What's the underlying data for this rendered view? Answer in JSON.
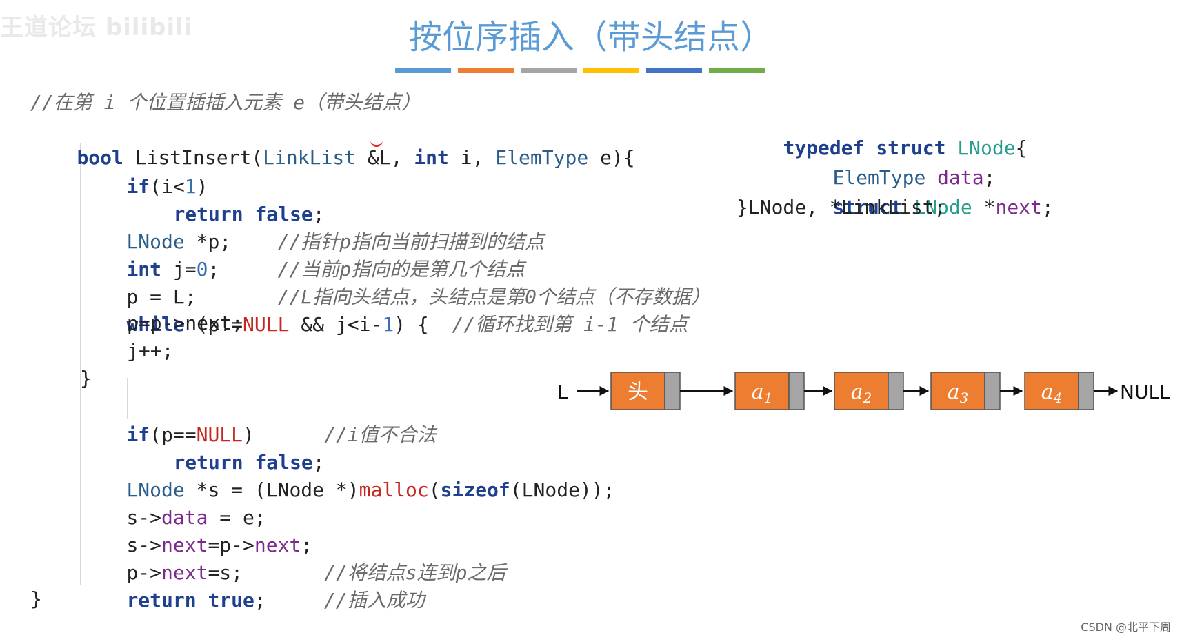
{
  "watermark": "王道论坛 bilibili",
  "title": "按位序插入（带头结点）",
  "bar_colors": [
    "#5b9bd5",
    "#ed7d31",
    "#a5a5a5",
    "#ffc000",
    "#4472c4",
    "#70ad47"
  ],
  "code": {
    "l1": "//在第 i 个位置插插入元素 e（带头结点）",
    "l2": [
      "bool",
      " ListInsert(",
      "LinkList",
      " &L, ",
      "int",
      " i, ",
      "ElemType",
      " e){"
    ],
    "l3": [
      "if",
      "(i<",
      "1",
      ")"
    ],
    "l4": [
      "return",
      " ",
      "false",
      ";"
    ],
    "l5": [
      "LNode",
      " *p;    ",
      "//指针p指向当前扫描到的结点"
    ],
    "l6": [
      "int",
      " j=",
      "0",
      ";     ",
      "//当前p指向的是第几个结点"
    ],
    "l7": [
      "p = L;       ",
      "//L指向头结点，头结点是第0个结点（不存数据）"
    ],
    "l8": [
      "while",
      " (p!=",
      "NULL",
      " && j<i-",
      "1",
      ") {  ",
      "//循环找到第 i-1 个结点"
    ],
    "l9": "p=p->next;",
    "l10": "j++;",
    "l11": "}",
    "l12": [
      "if",
      "(p==",
      "NULL",
      ")      ",
      "//i值不合法"
    ],
    "l13": [
      "return",
      " ",
      "false",
      ";"
    ],
    "l14": [
      "LNode",
      " *s = (LNode *)",
      "malloc",
      "(",
      "sizeof",
      "(LNode));"
    ],
    "l15": [
      "s->",
      "data",
      " = e;"
    ],
    "l16": [
      "s->",
      "next",
      "=p->",
      "next",
      ";"
    ],
    "l17": [
      "p->",
      "next",
      "=s;       ",
      "//将结点s连到p之后"
    ],
    "l18": [
      "return",
      " ",
      "true",
      ";     ",
      "//插入成功"
    ],
    "l19": "}"
  },
  "struct_def": {
    "s1": [
      "typedef",
      " ",
      "struct",
      " ",
      "LNode",
      "{"
    ],
    "s2": [
      "ElemType",
      " ",
      "data",
      ";"
    ],
    "s3": [
      "struct",
      " ",
      "LNode",
      " *",
      "next",
      ";"
    ],
    "s4": "}LNode, *LinkList;"
  },
  "diagram": {
    "pointer_label": "L",
    "head_label": "头",
    "nodes": [
      {
        "base": "a",
        "sub": "1"
      },
      {
        "base": "a",
        "sub": "2"
      },
      {
        "base": "a",
        "sub": "3"
      },
      {
        "base": "a",
        "sub": "4"
      }
    ],
    "null_label": "NULL",
    "node_color": "#ed7d31",
    "ptr_color": "#a5a5a5"
  },
  "footer": "CSDN @北平下周"
}
